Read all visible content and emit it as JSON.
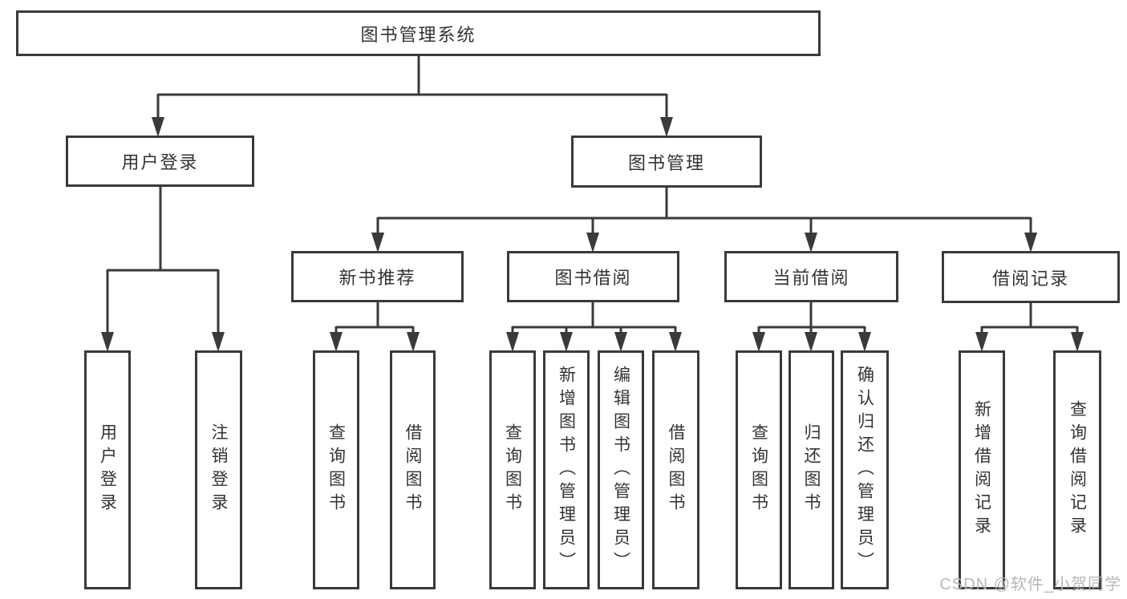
{
  "nodes": {
    "root": "图书管理系统",
    "user_login": "用户登录",
    "book_management": "图书管理",
    "new_book_recommend": "新书推荐",
    "book_borrow": "图书借阅",
    "current_borrow": "当前借阅",
    "borrow_record": "借阅记录",
    "leaf_user_login": "用户登录",
    "leaf_logout_login": "注销登录",
    "leaf_query_book_recommend": "查询图书",
    "leaf_borrow_book_recommend": "借阅图书",
    "leaf_query_book_borrow": "查询图书",
    "leaf_add_book_admin": "新增图书（管理员）",
    "leaf_edit_book_admin": "编辑图书（管理员）",
    "leaf_borrow_book_borrow": "借阅图书",
    "leaf_query_book_current": "查询图书",
    "leaf_return_book": "归还图书",
    "leaf_confirm_return_admin": "确认归还（管理员）",
    "leaf_add_borrow_record": "新增借阅记录",
    "leaf_query_borrow_record": "查询借阅记录"
  },
  "watermark": "CSDN @软件_小贺同学",
  "colors": {
    "line": "#3a3a3a",
    "border": "#3a3a3a",
    "text": "#333333",
    "background": "#ffffff",
    "watermark": "#b5b5b5"
  }
}
